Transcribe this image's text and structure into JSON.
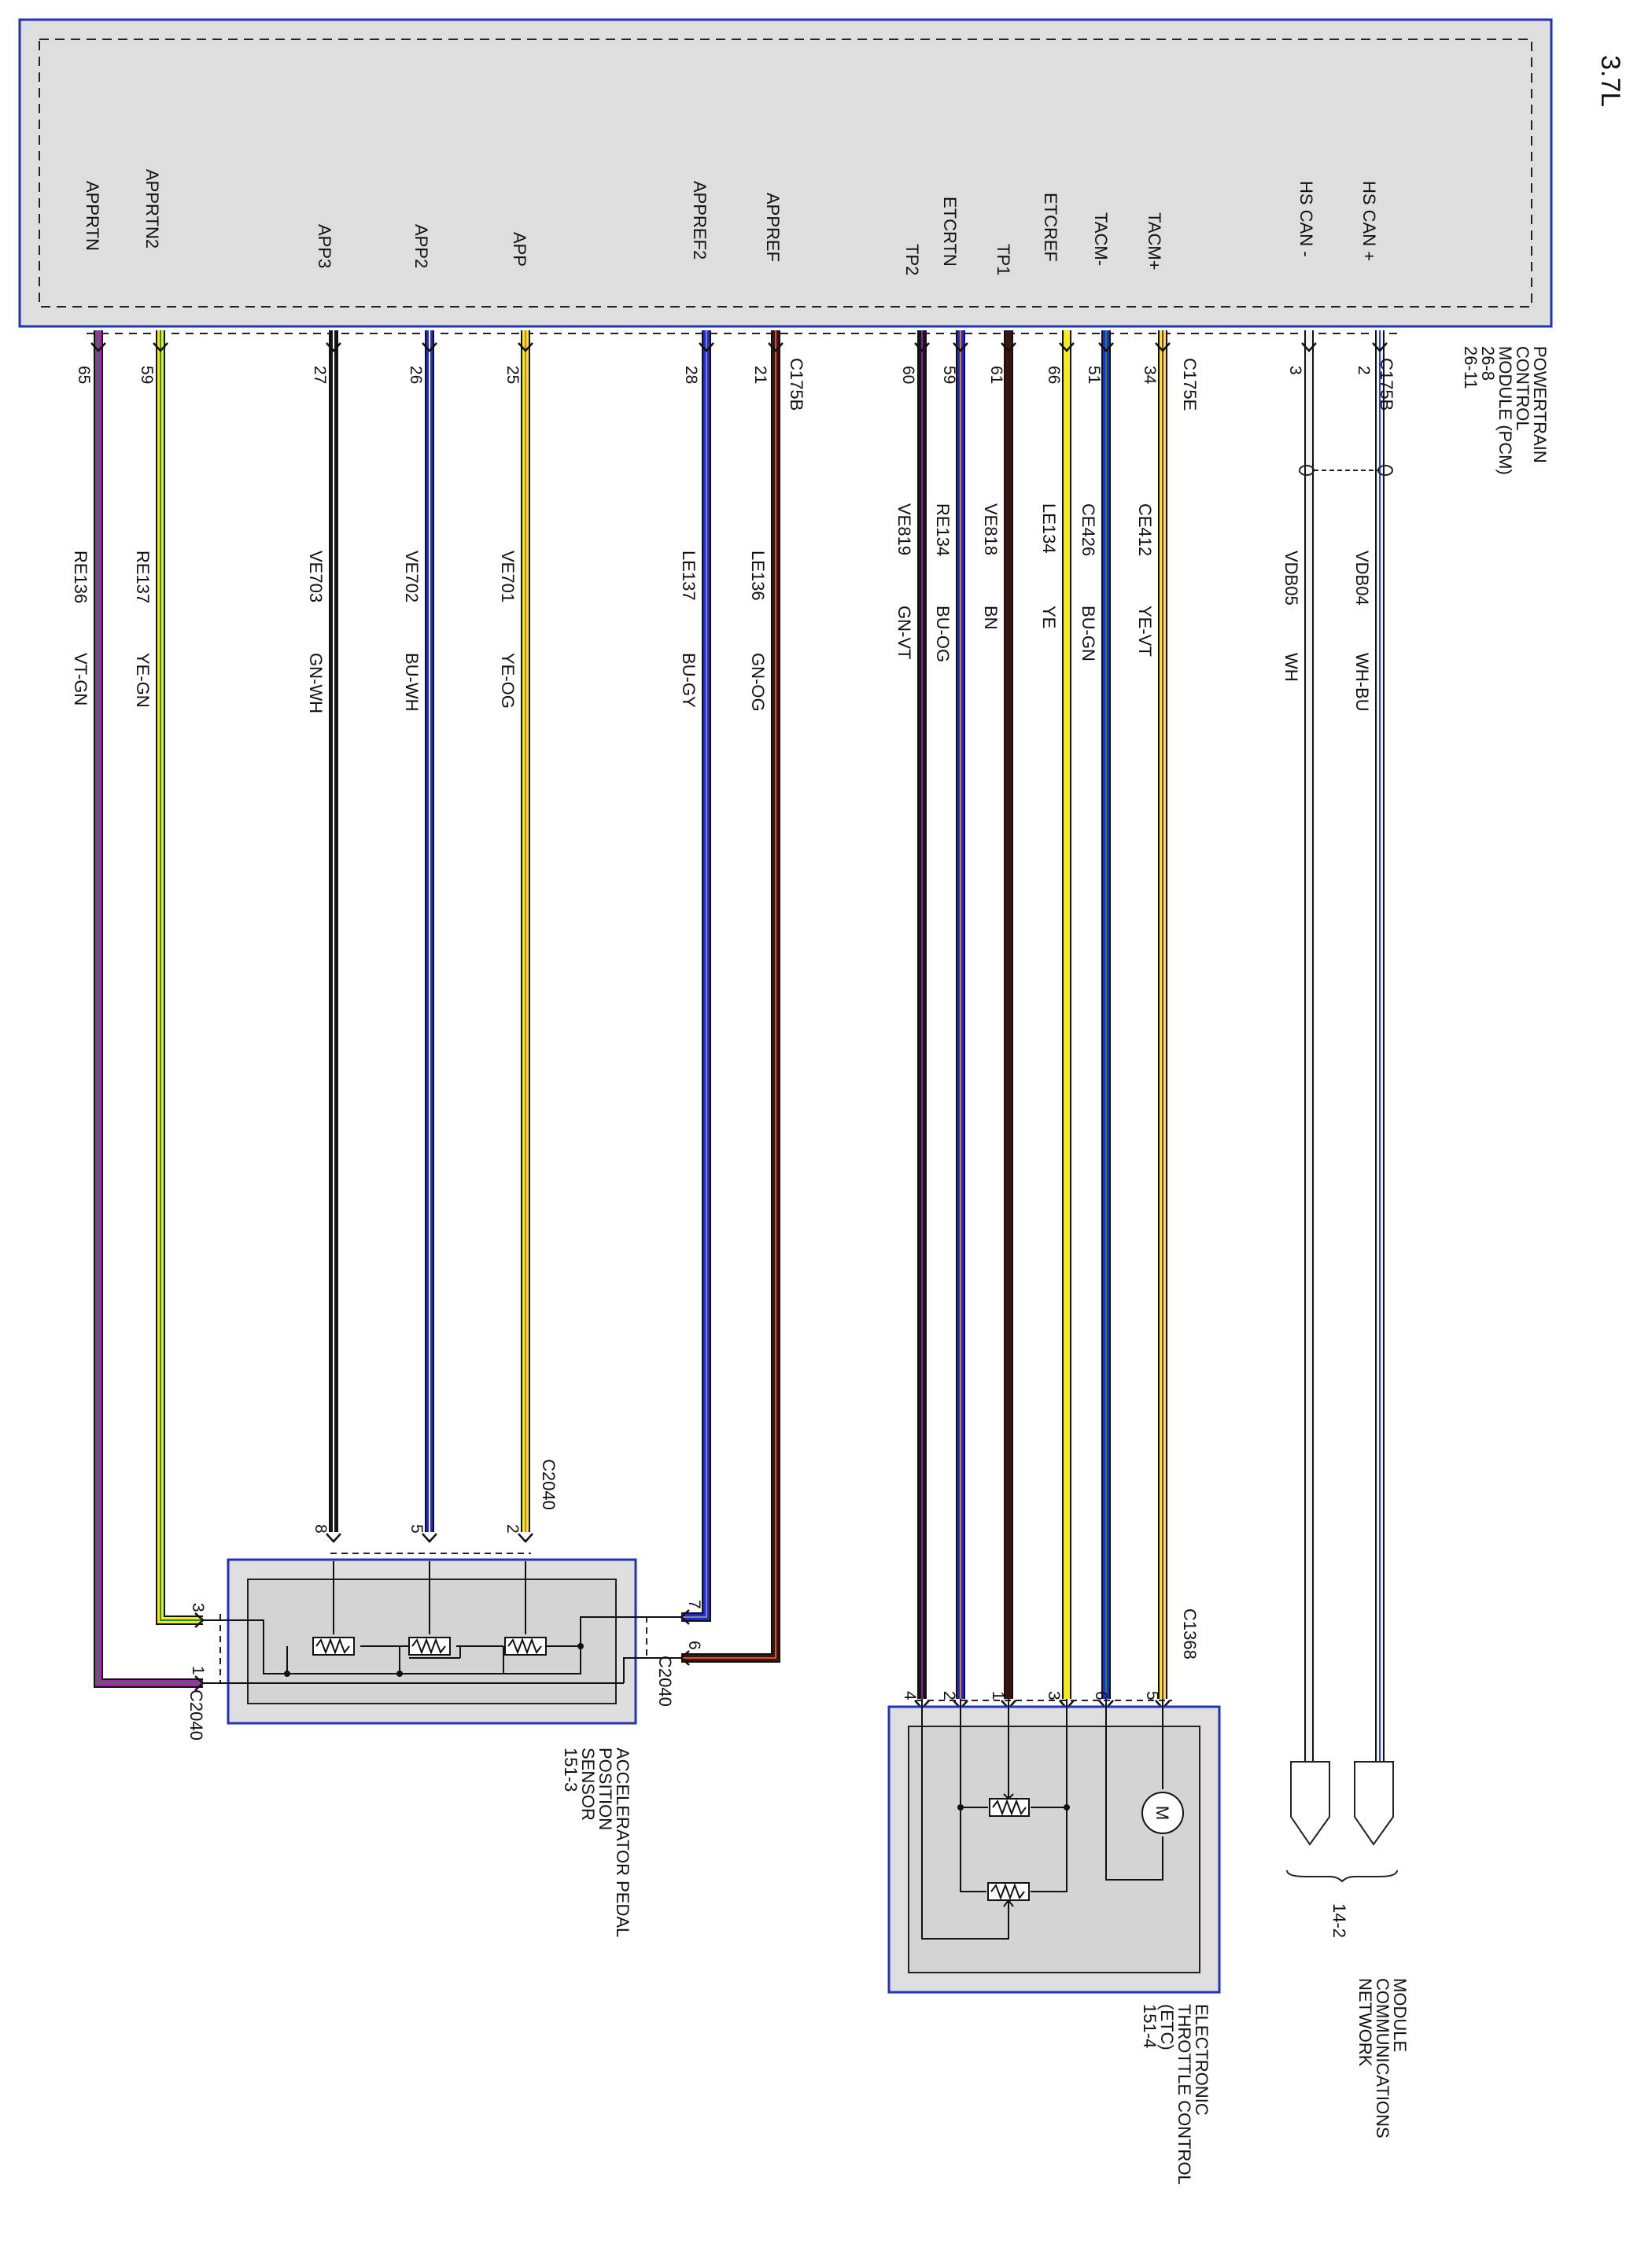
{
  "engine_label": "3.7L",
  "pcm": {
    "name_lines": [
      "POWERTRAIN",
      "CONTROL",
      "MODULE (PCM)",
      "26-8",
      "26-11"
    ],
    "pins": [
      {
        "id": "hscan_plus",
        "label": "HS CAN +"
      },
      {
        "id": "hscan_minus",
        "label": "HS CAN -"
      },
      {
        "id": "tacm_plus",
        "label": "TACM+"
      },
      {
        "id": "tacm_minus",
        "label": "TACM-"
      },
      {
        "id": "etcref",
        "label": "ETCREF"
      },
      {
        "id": "tp1",
        "label": "TP1"
      },
      {
        "id": "etcrtn",
        "label": "ETCRTN"
      },
      {
        "id": "tp2",
        "label": "TP2"
      },
      {
        "id": "appref",
        "label": "APPREF"
      },
      {
        "id": "appref2",
        "label": "APPREF2"
      },
      {
        "id": "app",
        "label": "APP"
      },
      {
        "id": "app2",
        "label": "APP2"
      },
      {
        "id": "app3",
        "label": "APP3"
      },
      {
        "id": "apprtn2",
        "label": "APPRTN2"
      },
      {
        "id": "apprtn",
        "label": "APPRTN"
      }
    ]
  },
  "connectors": {
    "c175b_can": "C175B",
    "c175e": "C175E",
    "c175b_app": "C175B",
    "c2040_top": "C2040",
    "c2040_right": "C2040",
    "c2040_bottom": "C2040",
    "c1368": "C1368"
  },
  "wires": [
    {
      "id": "w_vdb04",
      "pcm_pin": "2",
      "circuit": "VDB04",
      "color_code": "WH-BU",
      "stroke": "#f2f2f2",
      "stripe": "#2a3fd6",
      "far_pin": ""
    },
    {
      "id": "w_vdb05",
      "pcm_pin": "3",
      "circuit": "VDB05",
      "color_code": "WH",
      "stroke": "#f2f2f2",
      "stripe": "",
      "far_pin": ""
    },
    {
      "id": "w_ce412",
      "pcm_pin": "34",
      "circuit": "CE412",
      "color_code": "YE-VT",
      "stroke": "#f4ea24",
      "stripe": "#8a1da4",
      "far_pin": "5"
    },
    {
      "id": "w_ce426",
      "pcm_pin": "51",
      "circuit": "CE426",
      "color_code": "BU-GN",
      "stroke": "#1f2bd4",
      "stripe": "#1a8f2a",
      "far_pin": "6"
    },
    {
      "id": "w_le134",
      "pcm_pin": "66",
      "circuit": "LE134",
      "color_code": "YE",
      "stroke": "#f4ea24",
      "stripe": "",
      "far_pin": "3"
    },
    {
      "id": "w_ve818",
      "pcm_pin": "61",
      "circuit": "VE818",
      "color_code": "BN",
      "stroke": "#3b1510",
      "stripe": "",
      "far_pin": "1"
    },
    {
      "id": "w_re134",
      "pcm_pin": "59",
      "circuit": "RE134",
      "color_code": "BU-OG",
      "stroke": "#1f2bd4",
      "stripe": "#e07a1a",
      "far_pin": "2"
    },
    {
      "id": "w_ve819",
      "pcm_pin": "60",
      "circuit": "VE819",
      "color_code": "GN-VT",
      "stroke": "#161616",
      "stripe": "#8a1da4",
      "far_pin": "4"
    },
    {
      "id": "w_le136",
      "pcm_pin": "21",
      "circuit": "LE136",
      "color_code": "GN-OG",
      "stroke": "#3b1510",
      "stripe": "#d4552a",
      "far_pin": "6"
    },
    {
      "id": "w_le137",
      "pcm_pin": "28",
      "circuit": "LE137",
      "color_code": "BU-GY",
      "stroke": "#1f2bd4",
      "stripe": "#888888",
      "far_pin": "7"
    },
    {
      "id": "w_ve701",
      "pcm_pin": "25",
      "circuit": "VE701",
      "color_code": "YE-OG",
      "stroke": "#f4ea24",
      "stripe": "#e07a1a",
      "far_pin": "2"
    },
    {
      "id": "w_ve702",
      "pcm_pin": "26",
      "circuit": "VE702",
      "color_code": "BU-WH",
      "stroke": "#1f2bd4",
      "stripe": "#ffffff",
      "far_pin": "5"
    },
    {
      "id": "w_ve703",
      "pcm_pin": "27",
      "circuit": "VE703",
      "color_code": "GN-WH",
      "stroke": "#161616",
      "stripe": "#ffffff",
      "far_pin": "8"
    },
    {
      "id": "w_re137",
      "pcm_pin": "59",
      "circuit": "RE137",
      "color_code": "YE-GN",
      "stroke": "#f4ea24",
      "stripe": "#1a8f2a",
      "far_pin": "3"
    },
    {
      "id": "w_re136",
      "pcm_pin": "65",
      "circuit": "RE136",
      "color_code": "VT-GN",
      "stroke": "#b21fb8",
      "stripe": "#1a8f2a",
      "far_pin": "1"
    }
  ],
  "network": {
    "ref": "14-2",
    "name_lines": [
      "MODULE",
      "COMMUNICATIONS",
      "NETWORK"
    ]
  },
  "etc": {
    "motor_label": "M",
    "name_lines": [
      "ELECTRONIC",
      "THROTTLE CONTROL",
      "(ETC)",
      "151-4"
    ]
  },
  "apps": {
    "name_lines": [
      "ACCELERATOR PEDAL",
      "POSITION",
      "SENSOR",
      "151-3"
    ]
  },
  "colors": {
    "box_border": "#2233bb",
    "box_fill": "#dedede",
    "inner_fill": "#d4d4d4"
  }
}
